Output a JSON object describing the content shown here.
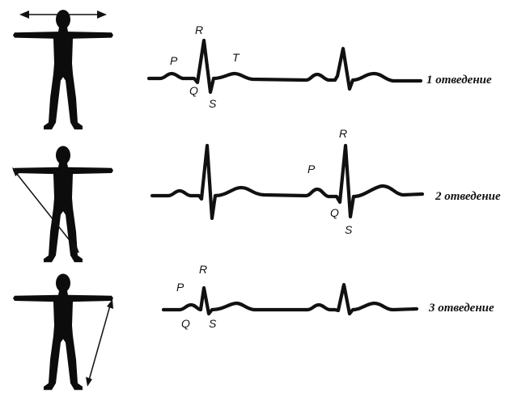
{
  "leads": [
    {
      "name": "1 отведение",
      "wave_labels": [
        {
          "text": "P"
        },
        {
          "text": "R"
        },
        {
          "text": "T"
        },
        {
          "text": "Q"
        },
        {
          "text": "S"
        }
      ]
    },
    {
      "name": "2 отведение",
      "wave_labels": [
        {
          "text": "P"
        },
        {
          "text": "R"
        },
        {
          "text": "Q"
        },
        {
          "text": "S"
        }
      ]
    },
    {
      "name": "3 отведение",
      "wave_labels": [
        {
          "text": "P"
        },
        {
          "text": "R"
        },
        {
          "text": "Q"
        },
        {
          "text": "S"
        }
      ]
    }
  ]
}
